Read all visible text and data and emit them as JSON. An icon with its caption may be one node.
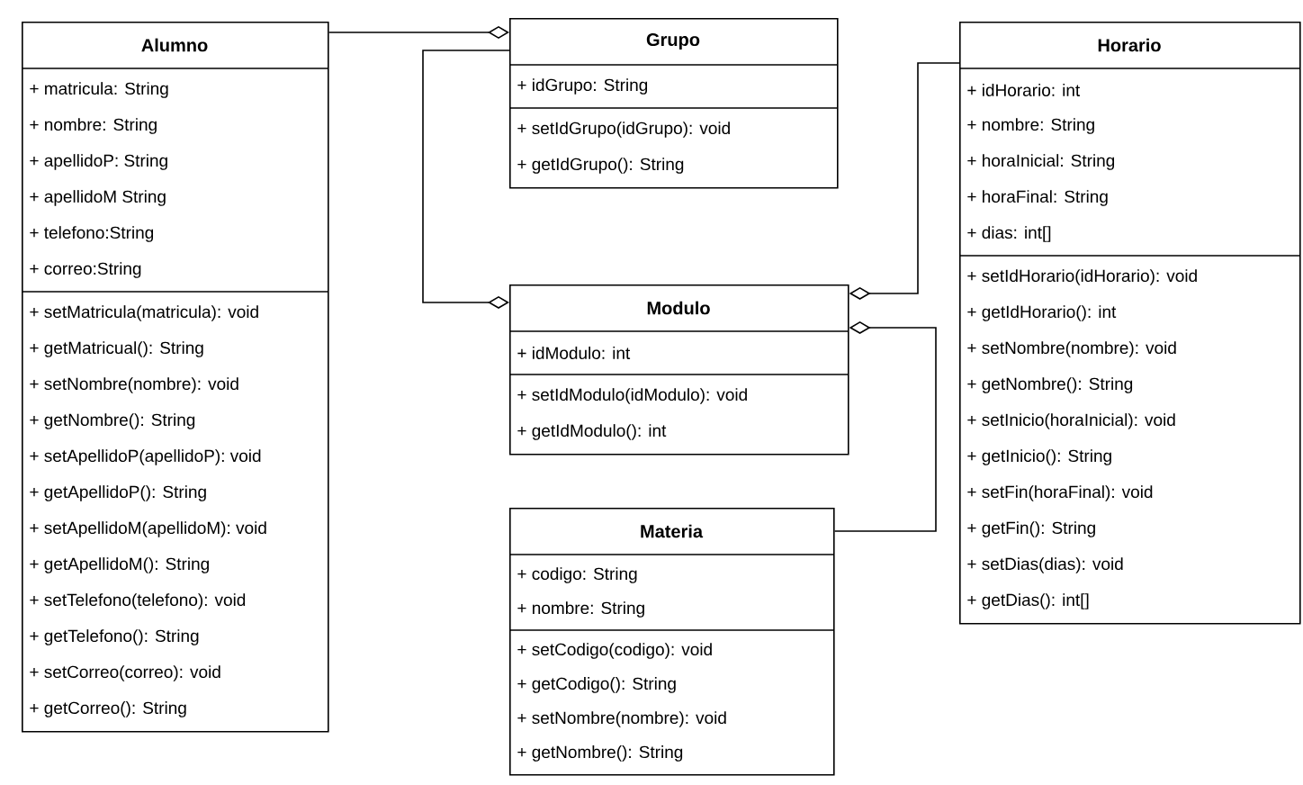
{
  "diagram": {
    "nodes": [
      {
        "text": [
          "Alumno",
          "+ matricula: String",
          "+ nombre: String",
          "+ apellidoP: String",
          "+ apellidoM String",
          "+ telefono:String",
          "+ correo:String",
          "+ setMatricula(matricula): void",
          "+ getMatricual(): String",
          "+ setNombre(nombre): void",
          "+ getNombre(): String",
          "+ setApellidoP(apellidoP): void",
          "+ getApellidoP(): String",
          "+ setApellidoM(apellidoM): void",
          "+ getApellidoM(): String",
          "+ setTelefono(telefono): void",
          "+ getTelefono(): String",
          "+ setCorreo(correo): void",
          "+ getCorreo(): String"
        ]
      },
      {
        "text": [
          "Grupo",
          "+ idGrupo: String",
          "+ setIdGrupo(idGrupo): void",
          "+ getIdGrupo(): String"
        ]
      },
      {
        "text": [
          "Horario",
          "+ idHorario: int",
          "+ nombre: String",
          "+ horaInicial: String",
          "+ horaFinal: String",
          "+ dias: int[]",
          "+ setIdHorario(idHorario): void",
          "+ getIdHorario(): int",
          "+ setNombre(nombre): void",
          "+ getNombre(): String",
          "+ setInicio(horaInicial): void",
          "+ getInicio(): String",
          "+ setFin(horaFinal): void",
          "+ getFin(): String",
          "+ setDias(dias): void",
          "+ getDias(): int[]"
        ]
      },
      {
        "text": [
          "Modulo",
          "+ idModulo: int",
          "+ setIdModulo(idModulo): void",
          "+ getIdModulo(): int"
        ]
      },
      {
        "text": [
          "Materia",
          "+ codigo: String",
          "+ nombre: String",
          "+ setCodigo(codigo): void",
          "+ getCodigo(): String",
          "+ setNombre(nombre): void",
          "+ getNombre(): String"
        ]
      }
    ],
    "edges": [
      {
        "from": 0,
        "to": 1,
        "arrow": "other"
      },
      {
        "from": 1,
        "to": 3,
        "arrow": "other"
      },
      {
        "from": 2,
        "to": 3,
        "arrow": "other"
      },
      {
        "from": 4,
        "to": 3,
        "arrow": "other"
      }
    ]
  }
}
